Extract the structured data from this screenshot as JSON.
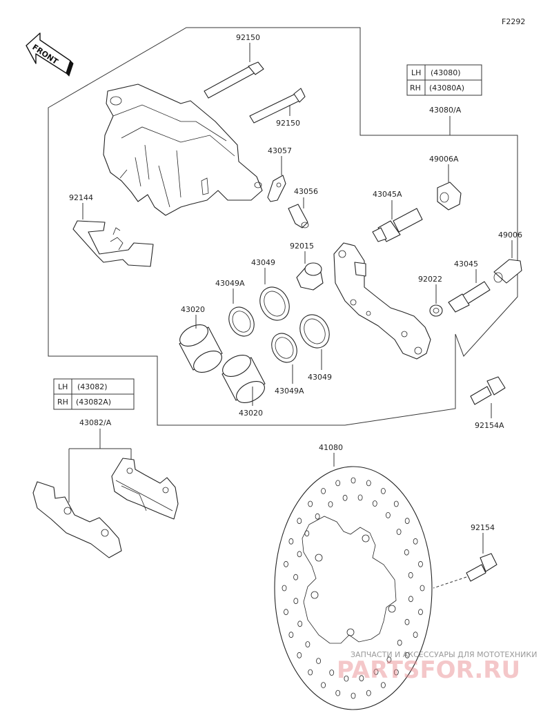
{
  "figure_code": "F2292",
  "front_label": "FRONT",
  "tables": [
    {
      "rows": [
        {
          "side": "LH",
          "part": "(43080)"
        },
        {
          "side": "RH",
          "part": "(43080A)"
        }
      ],
      "assembly": "43080/A"
    },
    {
      "rows": [
        {
          "side": "LH",
          "part": "(43082)"
        },
        {
          "side": "RH",
          "part": "(43082A)"
        }
      ],
      "assembly": "43082/A"
    }
  ],
  "parts": {
    "p92150a": "92150",
    "p92150b": "92150",
    "p43057": "43057",
    "p43056": "43056",
    "p92144": "92144",
    "p49006A": "49006A",
    "p43045A": "43045A",
    "p92015": "92015",
    "p43049a": "43049",
    "p43049Aa": "43049A",
    "p49006": "49006",
    "p43045": "43045",
    "p92022": "92022",
    "p43020a": "43020",
    "p43049b": "43049",
    "p43049Ab": "43049A",
    "p43020b": "43020",
    "p92154A": "92154A",
    "p41080": "41080",
    "p92154": "92154"
  },
  "watermark": {
    "line1": "ЗАПЧАСТИ И АКСЕССУАРЫ ДЛЯ МОТОТЕХНИКИ",
    "line2": "PARTSFOR.RU"
  }
}
